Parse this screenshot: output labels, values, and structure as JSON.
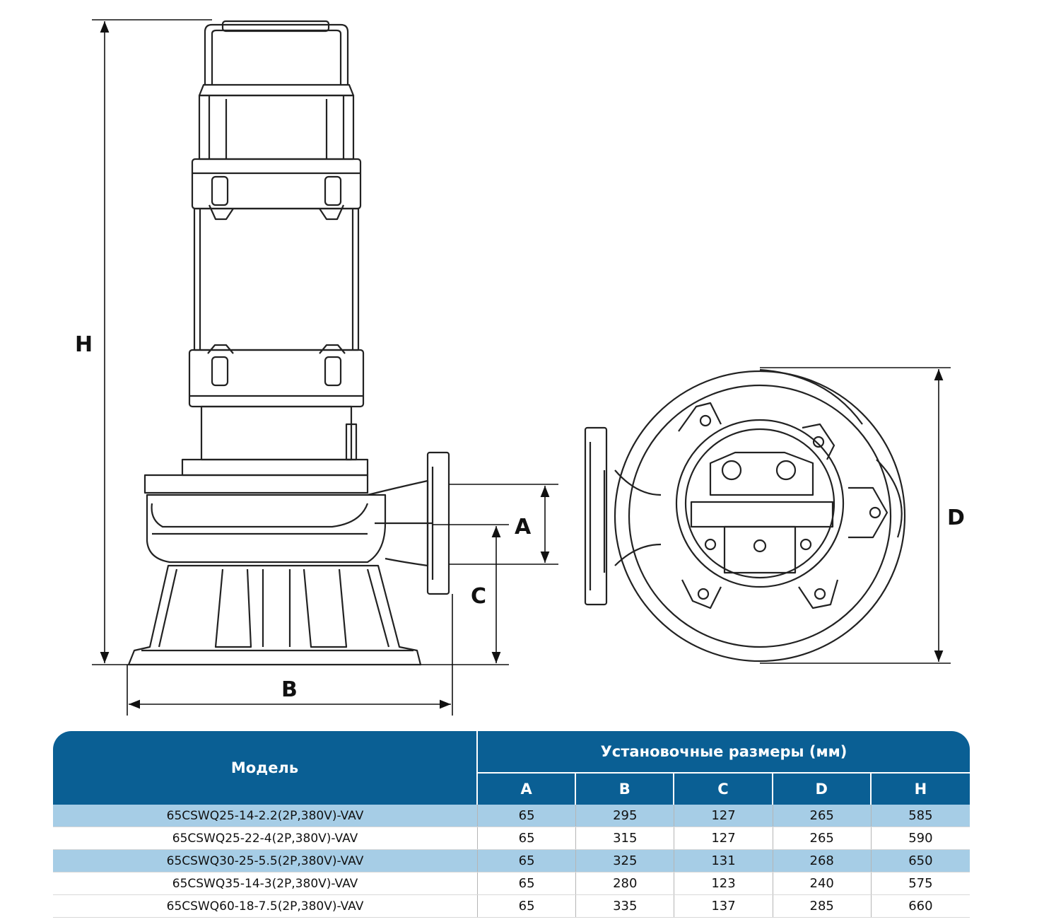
{
  "dimension_labels": {
    "a": "A",
    "b": "B",
    "c": "C",
    "d": "D",
    "h": "H"
  },
  "table": {
    "model_header": "Модель",
    "group_header": "Установочные размеры (мм)",
    "columns": [
      "A",
      "B",
      "C",
      "D",
      "H"
    ],
    "rows": [
      {
        "model": "65CSWQ25-14-2.2(2P,380V)-VAV",
        "a": "65",
        "b": "295",
        "c": "127",
        "d": "265",
        "h": "585"
      },
      {
        "model": "65CSWQ25-22-4(2P,380V)-VAV",
        "a": "65",
        "b": "315",
        "c": "127",
        "d": "265",
        "h": "590"
      },
      {
        "model": "65CSWQ30-25-5.5(2P,380V)-VAV",
        "a": "65",
        "b": "325",
        "c": "131",
        "d": "268",
        "h": "650"
      },
      {
        "model": "65CSWQ35-14-3(2P,380V)-VAV",
        "a": "65",
        "b": "280",
        "c": "123",
        "d": "240",
        "h": "575"
      },
      {
        "model": "65CSWQ60-18-7.5(2P,380V)-VAV",
        "a": "65",
        "b": "335",
        "c": "137",
        "d": "285",
        "h": "660"
      }
    ]
  }
}
